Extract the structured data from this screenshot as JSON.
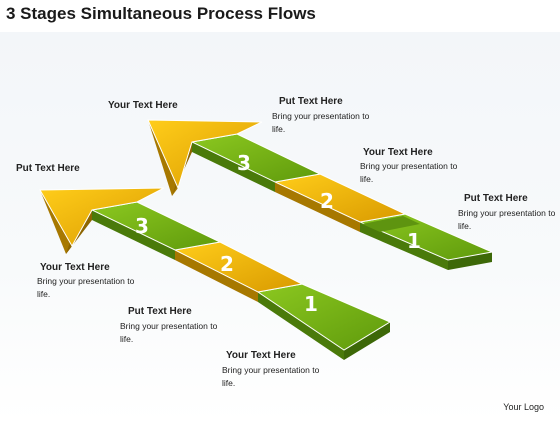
{
  "title": "3 Stages Simultaneous Process Flows",
  "colors": {
    "green_top": "#7cb518",
    "green_side": "#4a7a0a",
    "orange_top": "#f2b200",
    "orange_side": "#a77800",
    "divider": "#ffffff"
  },
  "stage_numbers": [
    "1",
    "2",
    "3"
  ],
  "labels": {
    "upper_arrow_head": {
      "heading": "Your Text Here"
    },
    "upper_stage_3": {
      "heading": "Put Text Here",
      "body": "Bring your presentation to life."
    },
    "upper_stage_2": {
      "heading": "Your Text Here",
      "body": "Bring your presentation to life."
    },
    "upper_stage_1": {
      "heading": "Put Text Here",
      "body": "Bring your presentation to life."
    },
    "lower_arrow_head": {
      "heading": "Put Text Here"
    },
    "lower_stage_3": {
      "heading": "Your Text Here",
      "body": "Bring your presentation to life."
    },
    "lower_stage_2": {
      "heading": "Put Text Here",
      "body": "Bring your presentation to life."
    },
    "lower_stage_1": {
      "heading": "Your Text Here",
      "body": "Bring your presentation to life."
    }
  },
  "logo": "Your Logo"
}
